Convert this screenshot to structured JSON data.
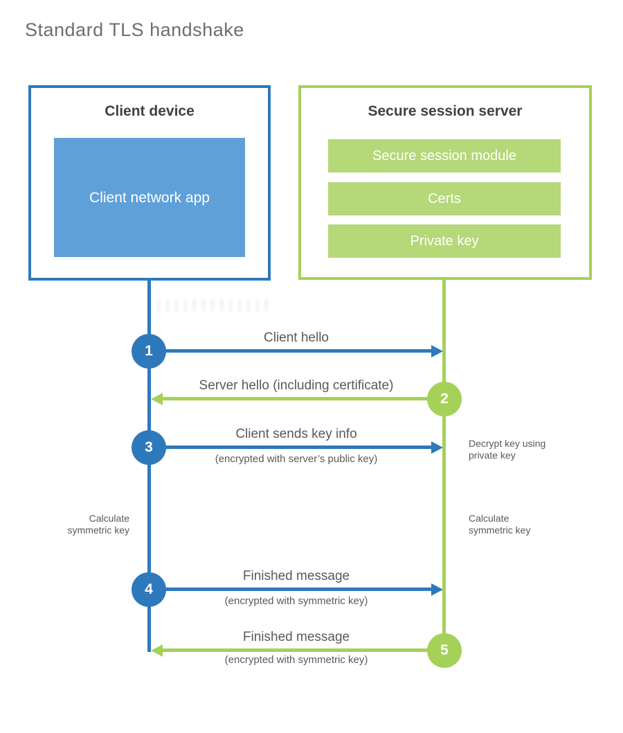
{
  "title": "Standard TLS handshake",
  "client": {
    "title": "Client device",
    "app_label": "Client network app"
  },
  "server": {
    "title": "Secure session server",
    "modules": [
      "Secure session module",
      "Certs",
      "Private key"
    ]
  },
  "messages": [
    {
      "step": "1",
      "from": "client",
      "to": "server",
      "label": "Client hello",
      "sublabel": ""
    },
    {
      "step": "2",
      "from": "server",
      "to": "client",
      "label": "Server hello (including certificate)",
      "sublabel": ""
    },
    {
      "step": "3",
      "from": "client",
      "to": "server",
      "label": "Client sends key info",
      "sublabel": "(encrypted with server’s public key)"
    },
    {
      "step": "4",
      "from": "client",
      "to": "server",
      "label": "Finished message",
      "sublabel": "(encrypted with symmetric key)"
    },
    {
      "step": "5",
      "from": "server",
      "to": "client",
      "label": "Finished message",
      "sublabel": "(encrypted with symmetric key)"
    }
  ],
  "annotations": {
    "decrypt_note": "Decrypt key using private key",
    "client_calc_note": "Calculate symmetric key",
    "server_calc_note": "Calculate symmetric key"
  },
  "colors": {
    "client_accent": "#2e79bc",
    "client_fill": "#5fa0d8",
    "server_accent": "#a5d158",
    "server_fill": "#b5d878",
    "heading_text": "#6d6e71",
    "box_title_text": "#414042",
    "label_text": "#58595b"
  }
}
